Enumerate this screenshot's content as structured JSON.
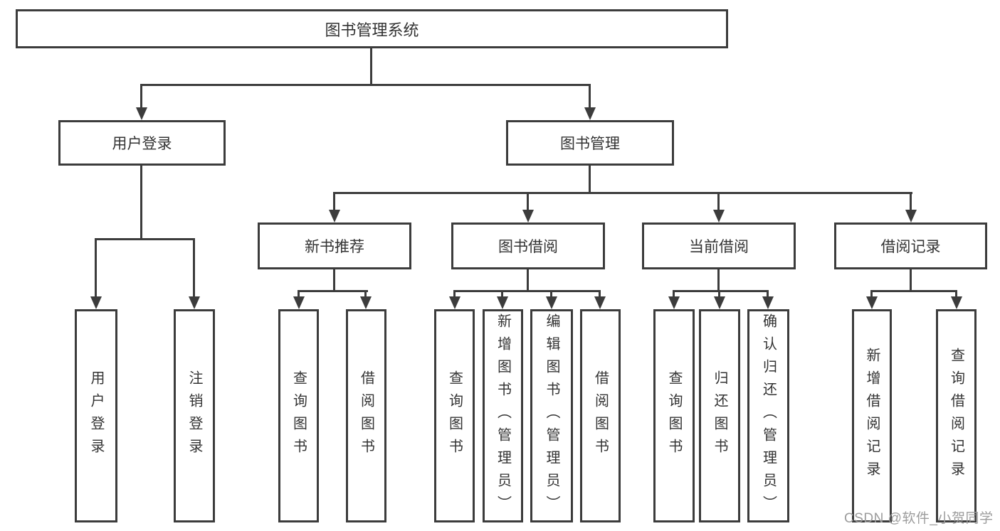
{
  "diagram": {
    "title": "图书管理系统",
    "branches": [
      {
        "label": "用户登录",
        "children": [
          {
            "label": "用户登录"
          },
          {
            "label": "注销登录"
          }
        ]
      },
      {
        "label": "图书管理",
        "children": [
          {
            "label": "新书推荐",
            "children": [
              {
                "label": "查询图书"
              },
              {
                "label": "借阅图书"
              }
            ]
          },
          {
            "label": "图书借阅",
            "children": [
              {
                "label": "查询图书"
              },
              {
                "label": "新增图书（管理员）"
              },
              {
                "label": "编辑图书（管理员）"
              },
              {
                "label": "借阅图书"
              }
            ]
          },
          {
            "label": "当前借阅",
            "children": [
              {
                "label": "查询图书"
              },
              {
                "label": "归还图书"
              },
              {
                "label": "确认归还（管理员）"
              }
            ]
          },
          {
            "label": "借阅记录",
            "children": [
              {
                "label": "新增借阅记录"
              },
              {
                "label": "查询借阅记录"
              }
            ]
          }
        ]
      }
    ]
  },
  "watermark": {
    "text": "CSDN @软件_小贺同学"
  },
  "colors": {
    "line": "#3c3c3c",
    "text": "#333333",
    "watermark": "#9c9c9c",
    "background": "#ffffff"
  }
}
